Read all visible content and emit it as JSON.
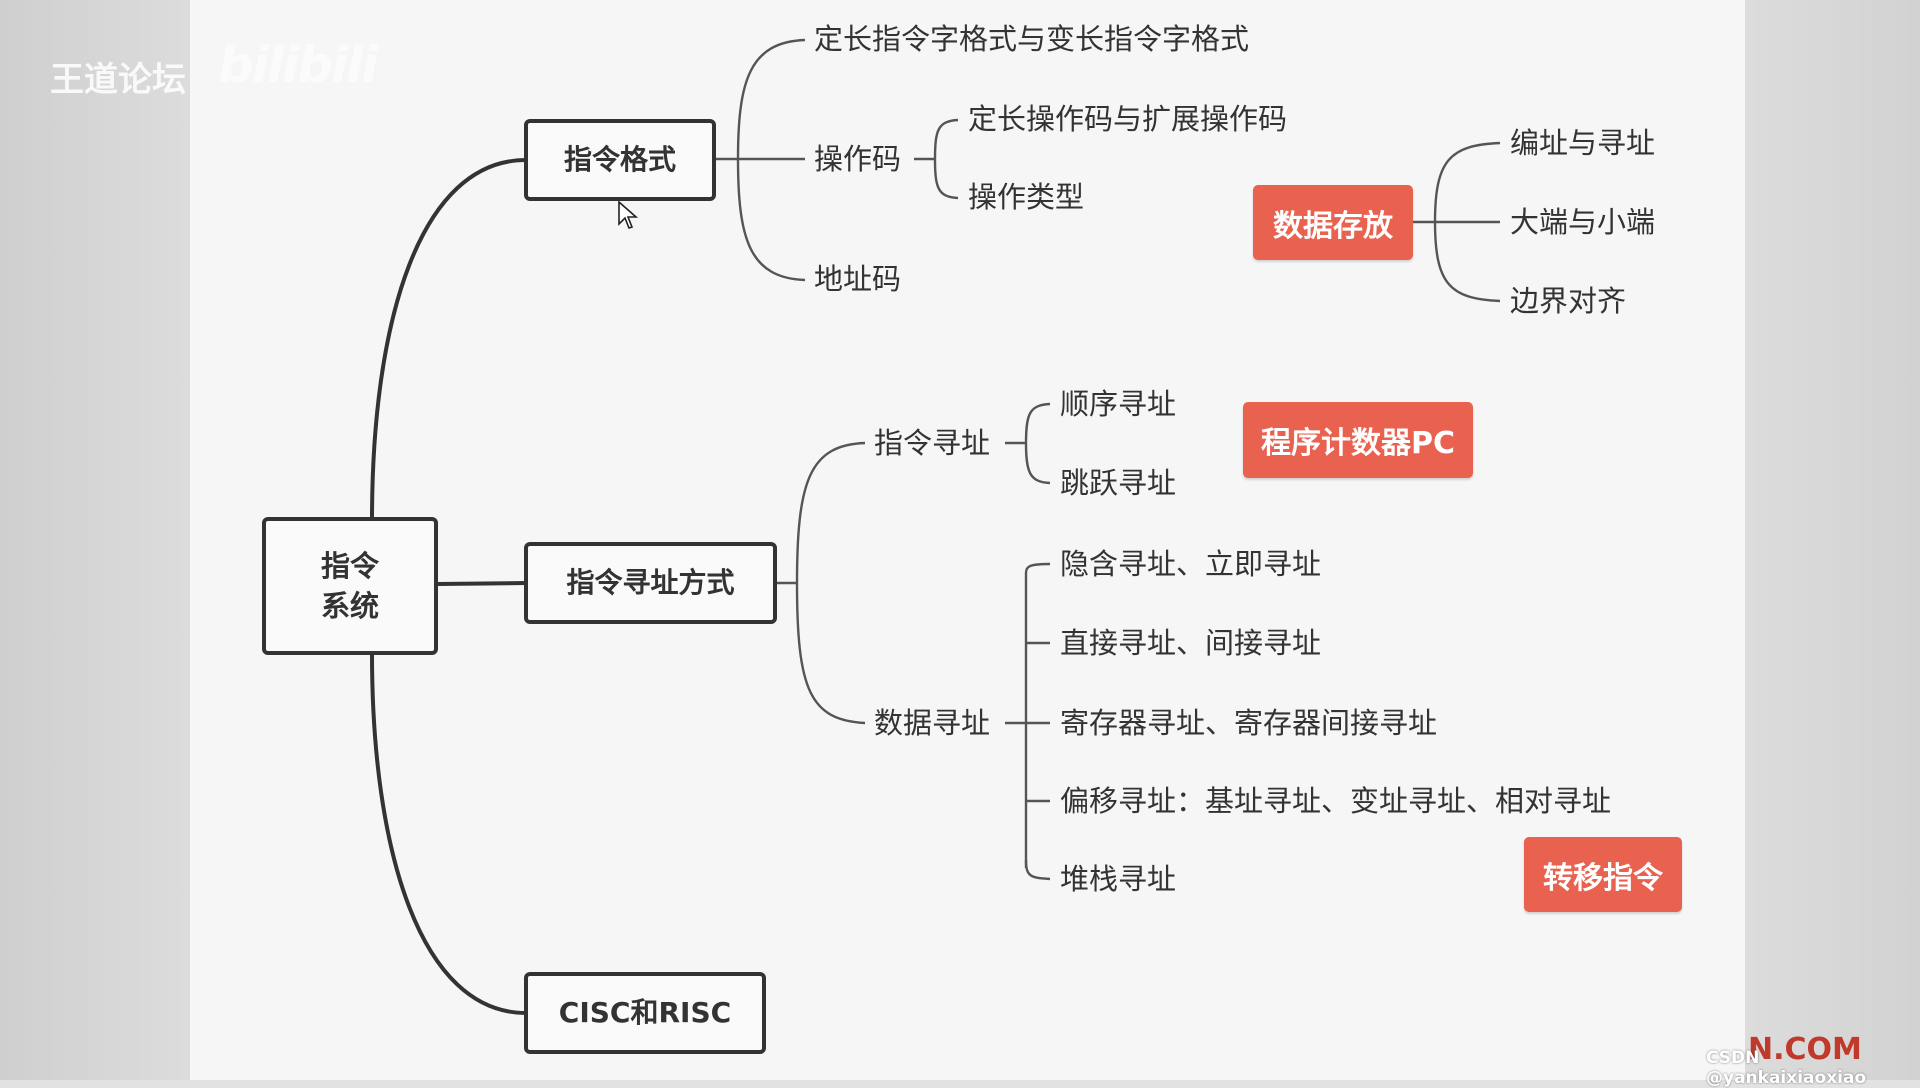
{
  "watermarks": {
    "brand": "王道论坛",
    "logo": "bilibili",
    "corner_text": "N.COM",
    "author": "CSDN @yankaixiaoxiao"
  },
  "root": {
    "line1": "指令",
    "line2": "系统"
  },
  "branch_format": {
    "label": "指令格式",
    "children": {
      "length": "定长指令字格式与变长指令字格式",
      "opcode": "操作码",
      "opcode_children": [
        "定长操作码与扩展操作码",
        "操作类型"
      ],
      "address": "地址码"
    }
  },
  "branch_addressing": {
    "label": "指令寻址方式",
    "instr": "指令寻址",
    "instr_children": [
      "顺序寻址",
      "跳跃寻址"
    ],
    "data": "数据寻址",
    "data_children": [
      "隐含寻址、立即寻址",
      "直接寻址、间接寻址",
      "寄存器寻址、寄存器间接寻址",
      "偏移寻址：基址寻址、变址寻址、相对寻址",
      "堆栈寻址"
    ]
  },
  "branch_isa": {
    "label": "CISC和RISC"
  },
  "data_storage": {
    "label": "数据存放",
    "children": [
      "编址与寻址",
      "大端与小端",
      "边界对齐"
    ]
  },
  "tags": {
    "pc": "程序计数器PC",
    "transfer": "转移指令"
  },
  "colors": {
    "tag_bg": "#e8624f",
    "line": "#333333",
    "canvas": "#f6f6f6"
  }
}
